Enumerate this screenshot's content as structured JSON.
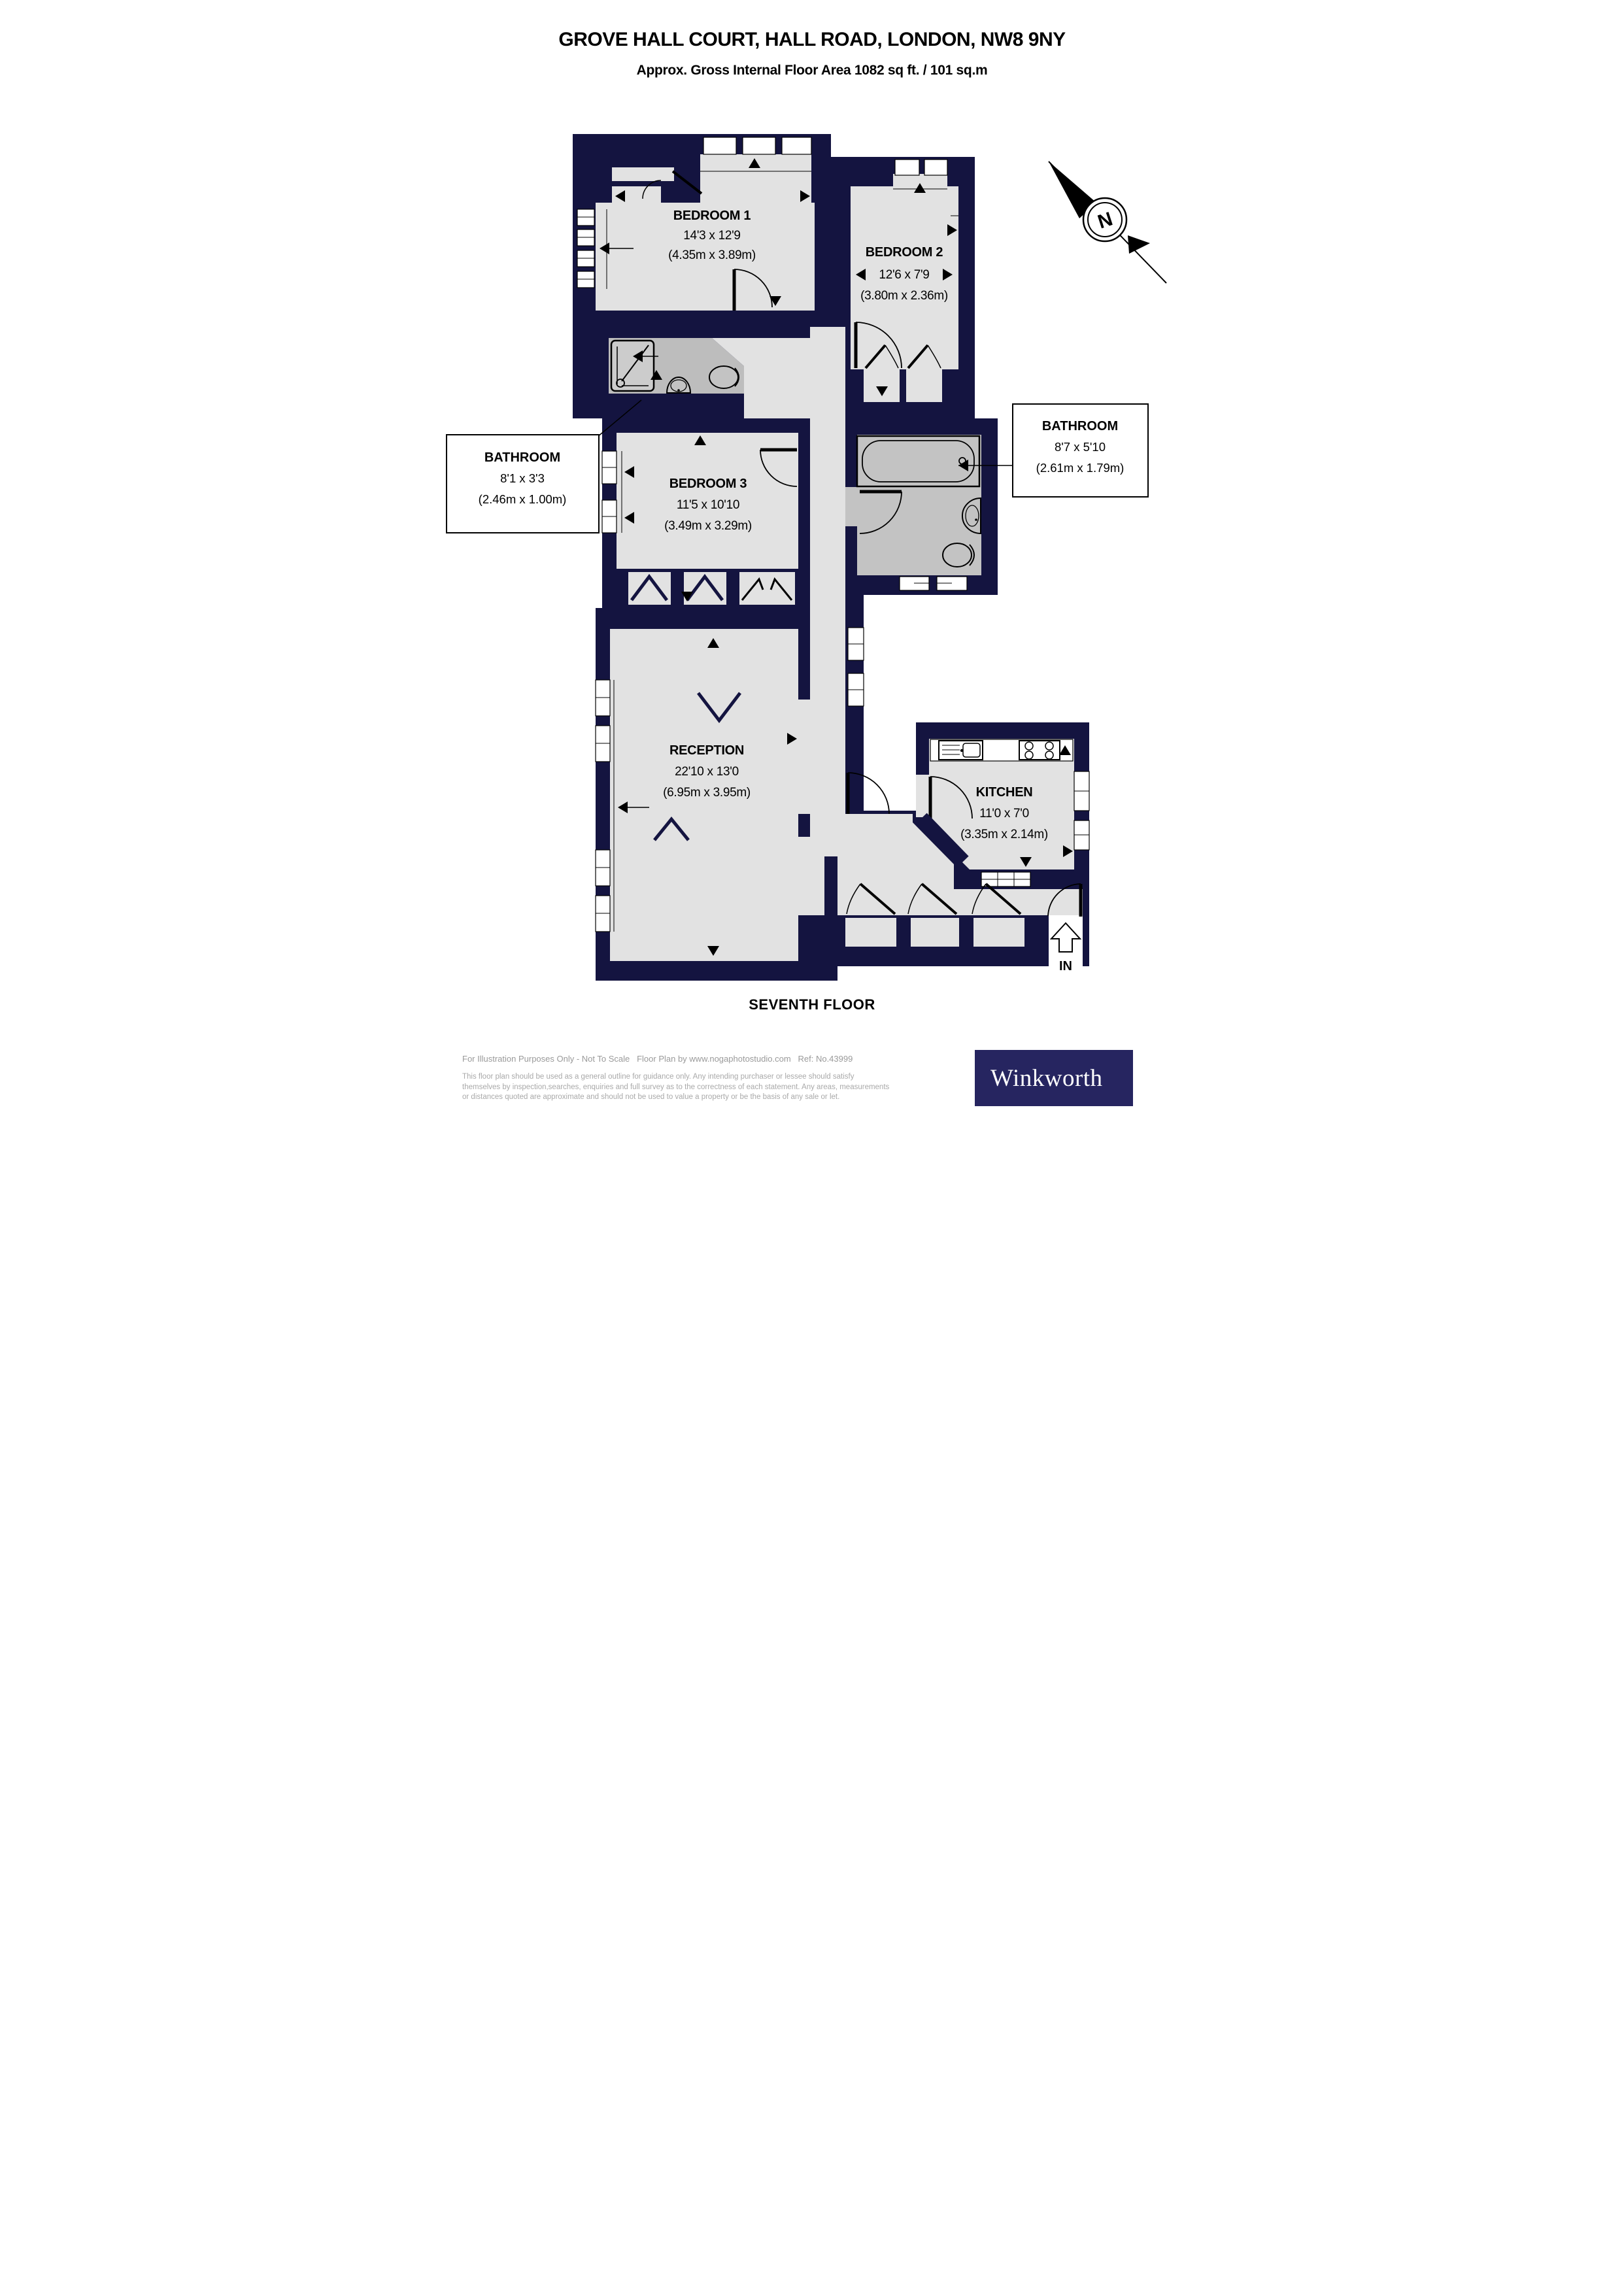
{
  "page": {
    "title": "GROVE HALL COURT, HALL ROAD, LONDON, NW8 9NY",
    "subtitle": "Approx. Gross Internal Floor Area 1082 sq ft. / 101 sq.m",
    "floor_label": "SEVENTH FLOOR"
  },
  "rooms": [
    {
      "name": "BEDROOM 1",
      "imperial": "14'3 x 12'9",
      "metric": "(4.35m x 3.89m)"
    },
    {
      "name": "BEDROOM 2",
      "imperial": "12'6 x 7'9",
      "metric": "(3.80m x 2.36m)"
    },
    {
      "name": "BEDROOM 3",
      "imperial": "11'5 x 10'10",
      "metric": "(3.49m x 3.29m)"
    },
    {
      "name": "RECEPTION",
      "imperial": "22'10 x 13'0",
      "metric": "(6.95m x 3.95m)"
    },
    {
      "name": "KITCHEN",
      "imperial": "11'0 x 7'0",
      "metric": "(3.35m x 2.14m)"
    }
  ],
  "callouts": [
    {
      "name": "BATHROOM",
      "imperial": "8'1 x 3'3",
      "metric": "(2.46m x 1.00m)"
    },
    {
      "name": "BATHROOM",
      "imperial": "8'7 x 5'10",
      "metric": "(2.61m x 1.79m)"
    }
  ],
  "compass": {
    "label": "N"
  },
  "entrance": {
    "label": "IN"
  },
  "footer": {
    "line1": "For Illustration Purposes Only - Not To Scale   Floor Plan by www.nogaphotostudio.com   Ref: No.43999",
    "disclaimer": [
      "This floor plan should be used as a general outline for guidance only. Any intending purchaser or lessee should satisfy",
      "themselves by inspection,searches, enquiries and full survey as to the correctness of each statement. Any areas, measurements",
      "or distances quoted are approximate and should not be used to value a property or be the basis of any sale or let."
    ]
  },
  "logo": {
    "text": "Winkworth"
  },
  "colors": {
    "wall": "#141440",
    "floor": "#e2e2e2",
    "bathroom_floor": "#c3c3c3",
    "ensuite_floor": "#bdbdbd",
    "logo_bg": "#262560"
  }
}
